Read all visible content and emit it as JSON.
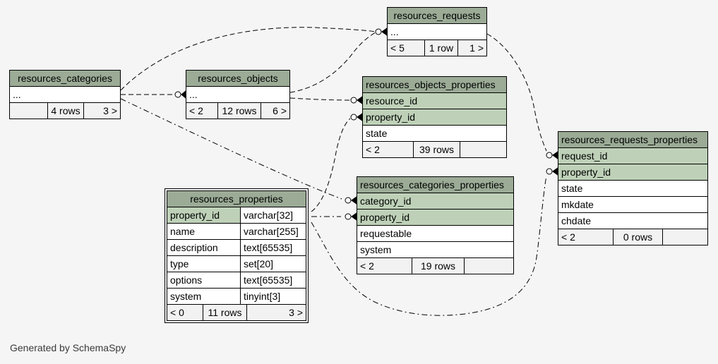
{
  "page": {
    "generator_note": "Generated by SchemaSpy"
  },
  "colors": {
    "background": "#f5f5f5",
    "table_header_bg": "#9bab96",
    "key_column_bg": "#bed1b8",
    "row_bg": "#ffffff",
    "footer_bg": "#f2f2f2",
    "border": "#000000"
  },
  "tables": {
    "resources_categories": {
      "title": "resources_categories",
      "collapsed_columns": "...",
      "footer": {
        "left": "",
        "center": "4 rows",
        "right": "3 >"
      }
    },
    "resources_objects": {
      "title": "resources_objects",
      "collapsed_columns": "...",
      "footer": {
        "left": "< 2",
        "center": "12 rows",
        "right": "6 >"
      }
    },
    "resources_requests": {
      "title": "resources_requests",
      "collapsed_columns": "...",
      "footer": {
        "left": "< 5",
        "center": "1 row",
        "right": "1 >"
      }
    },
    "resources_objects_properties": {
      "title": "resources_objects_properties",
      "columns": [
        {
          "name": "resource_id",
          "key": true
        },
        {
          "name": "property_id",
          "key": true
        },
        {
          "name": "state",
          "key": false
        }
      ],
      "footer": {
        "left": "< 2",
        "center": "39 rows",
        "right": ""
      }
    },
    "resources_requests_properties": {
      "title": "resources_requests_properties",
      "columns": [
        {
          "name": "request_id",
          "key": true
        },
        {
          "name": "property_id",
          "key": true
        },
        {
          "name": "state",
          "key": false
        },
        {
          "name": "mkdate",
          "key": false
        },
        {
          "name": "chdate",
          "key": false
        }
      ],
      "footer": {
        "left": "< 2",
        "center": "0 rows",
        "right": ""
      }
    },
    "resources_categories_properties": {
      "title": "resources_categories_properties",
      "columns": [
        {
          "name": "category_id",
          "key": true
        },
        {
          "name": "property_id",
          "key": true
        },
        {
          "name": "requestable",
          "key": false
        },
        {
          "name": "system",
          "key": false
        }
      ],
      "footer": {
        "left": "< 2",
        "center": "19 rows",
        "right": ""
      }
    },
    "resources_properties": {
      "title": "resources_properties",
      "columns": [
        {
          "name": "property_id",
          "type": "varchar[32]",
          "key": true
        },
        {
          "name": "name",
          "type": "varchar[255]",
          "key": false
        },
        {
          "name": "description",
          "type": "text[65535]",
          "key": false
        },
        {
          "name": "type",
          "type": "set[20]",
          "key": false
        },
        {
          "name": "options",
          "type": "text[65535]",
          "key": false
        },
        {
          "name": "system",
          "type": "tinyint[3]",
          "key": false
        }
      ],
      "footer": {
        "left": "< 0",
        "center": "11 rows",
        "right": "3 >"
      }
    }
  }
}
